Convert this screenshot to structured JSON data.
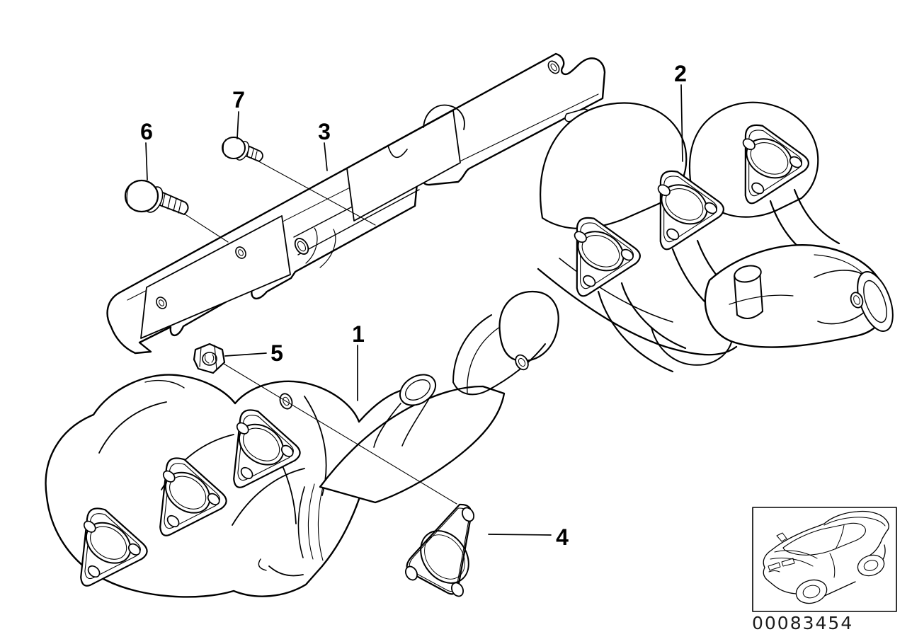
{
  "scene": {
    "background_color": "#ffffff",
    "line_color": "#000000"
  },
  "callouts": [
    {
      "number": "1"
    },
    {
      "number": "2"
    },
    {
      "number": "3"
    },
    {
      "number": "4"
    },
    {
      "number": "5"
    },
    {
      "number": "6"
    },
    {
      "number": "7"
    }
  ],
  "footer": {
    "drawing_number": "00083454"
  }
}
